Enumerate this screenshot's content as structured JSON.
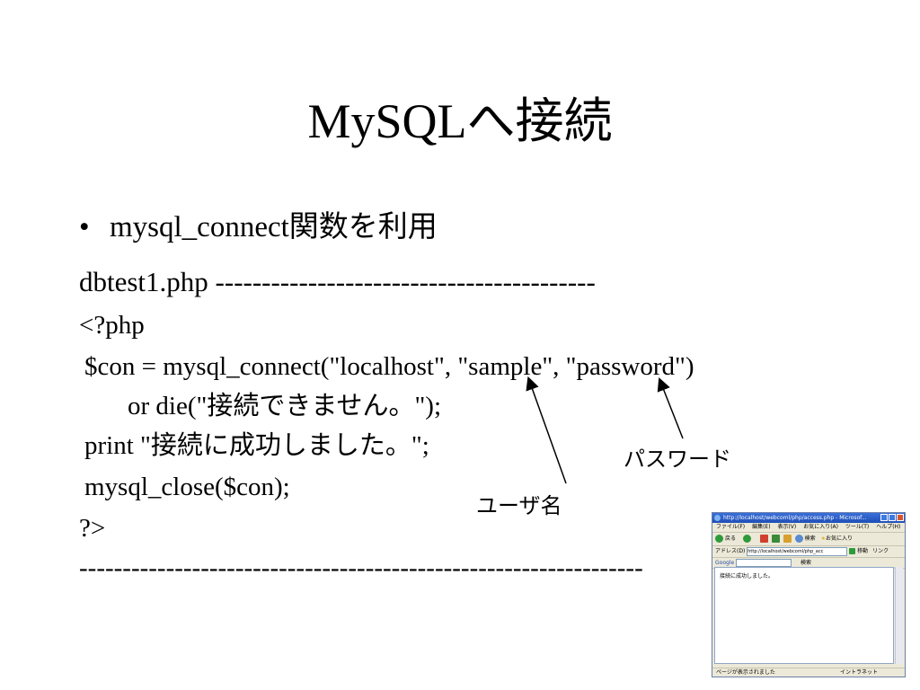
{
  "slide": {
    "title": "MySQLへ接続",
    "bullet_marker": "•",
    "bullet_text": "mysql_connect関数を利用",
    "code_lines": [
      "dbtest1.php -----------------------------------------",
      "<?php",
      "$con = mysql_connect(\"localhost\", \"sample\", \"password\")",
      "or die(\"接続できません。\");",
      "print \"接続に成功しました。\";",
      "mysql_close($con);",
      "?>",
      "-----------------------------------------------------------------"
    ],
    "annotations": {
      "password": "パスワード",
      "username": "ユーザ名"
    }
  },
  "browser": {
    "title": "http://localhost/webcoml/php/access.php - Microsof...",
    "menu": [
      "ファイル(F)",
      "編集(E)",
      "表示(V)",
      "お気に入り(A)",
      "ツール(T)",
      "ヘルプ(H)"
    ],
    "toolbar": {
      "back": "戻る",
      "search": "検索",
      "favorites": "お気に入り"
    },
    "address_label": "アドレス(D)",
    "address_value": "http://localhost/webcoml/php_acc",
    "go_label": "移動",
    "links_label": "リンク",
    "google_label": "Google",
    "google_search": "検索",
    "content_text": "接続に成功しました。",
    "status_text": "ページが表示されました",
    "status_zone": "イントラネット"
  }
}
